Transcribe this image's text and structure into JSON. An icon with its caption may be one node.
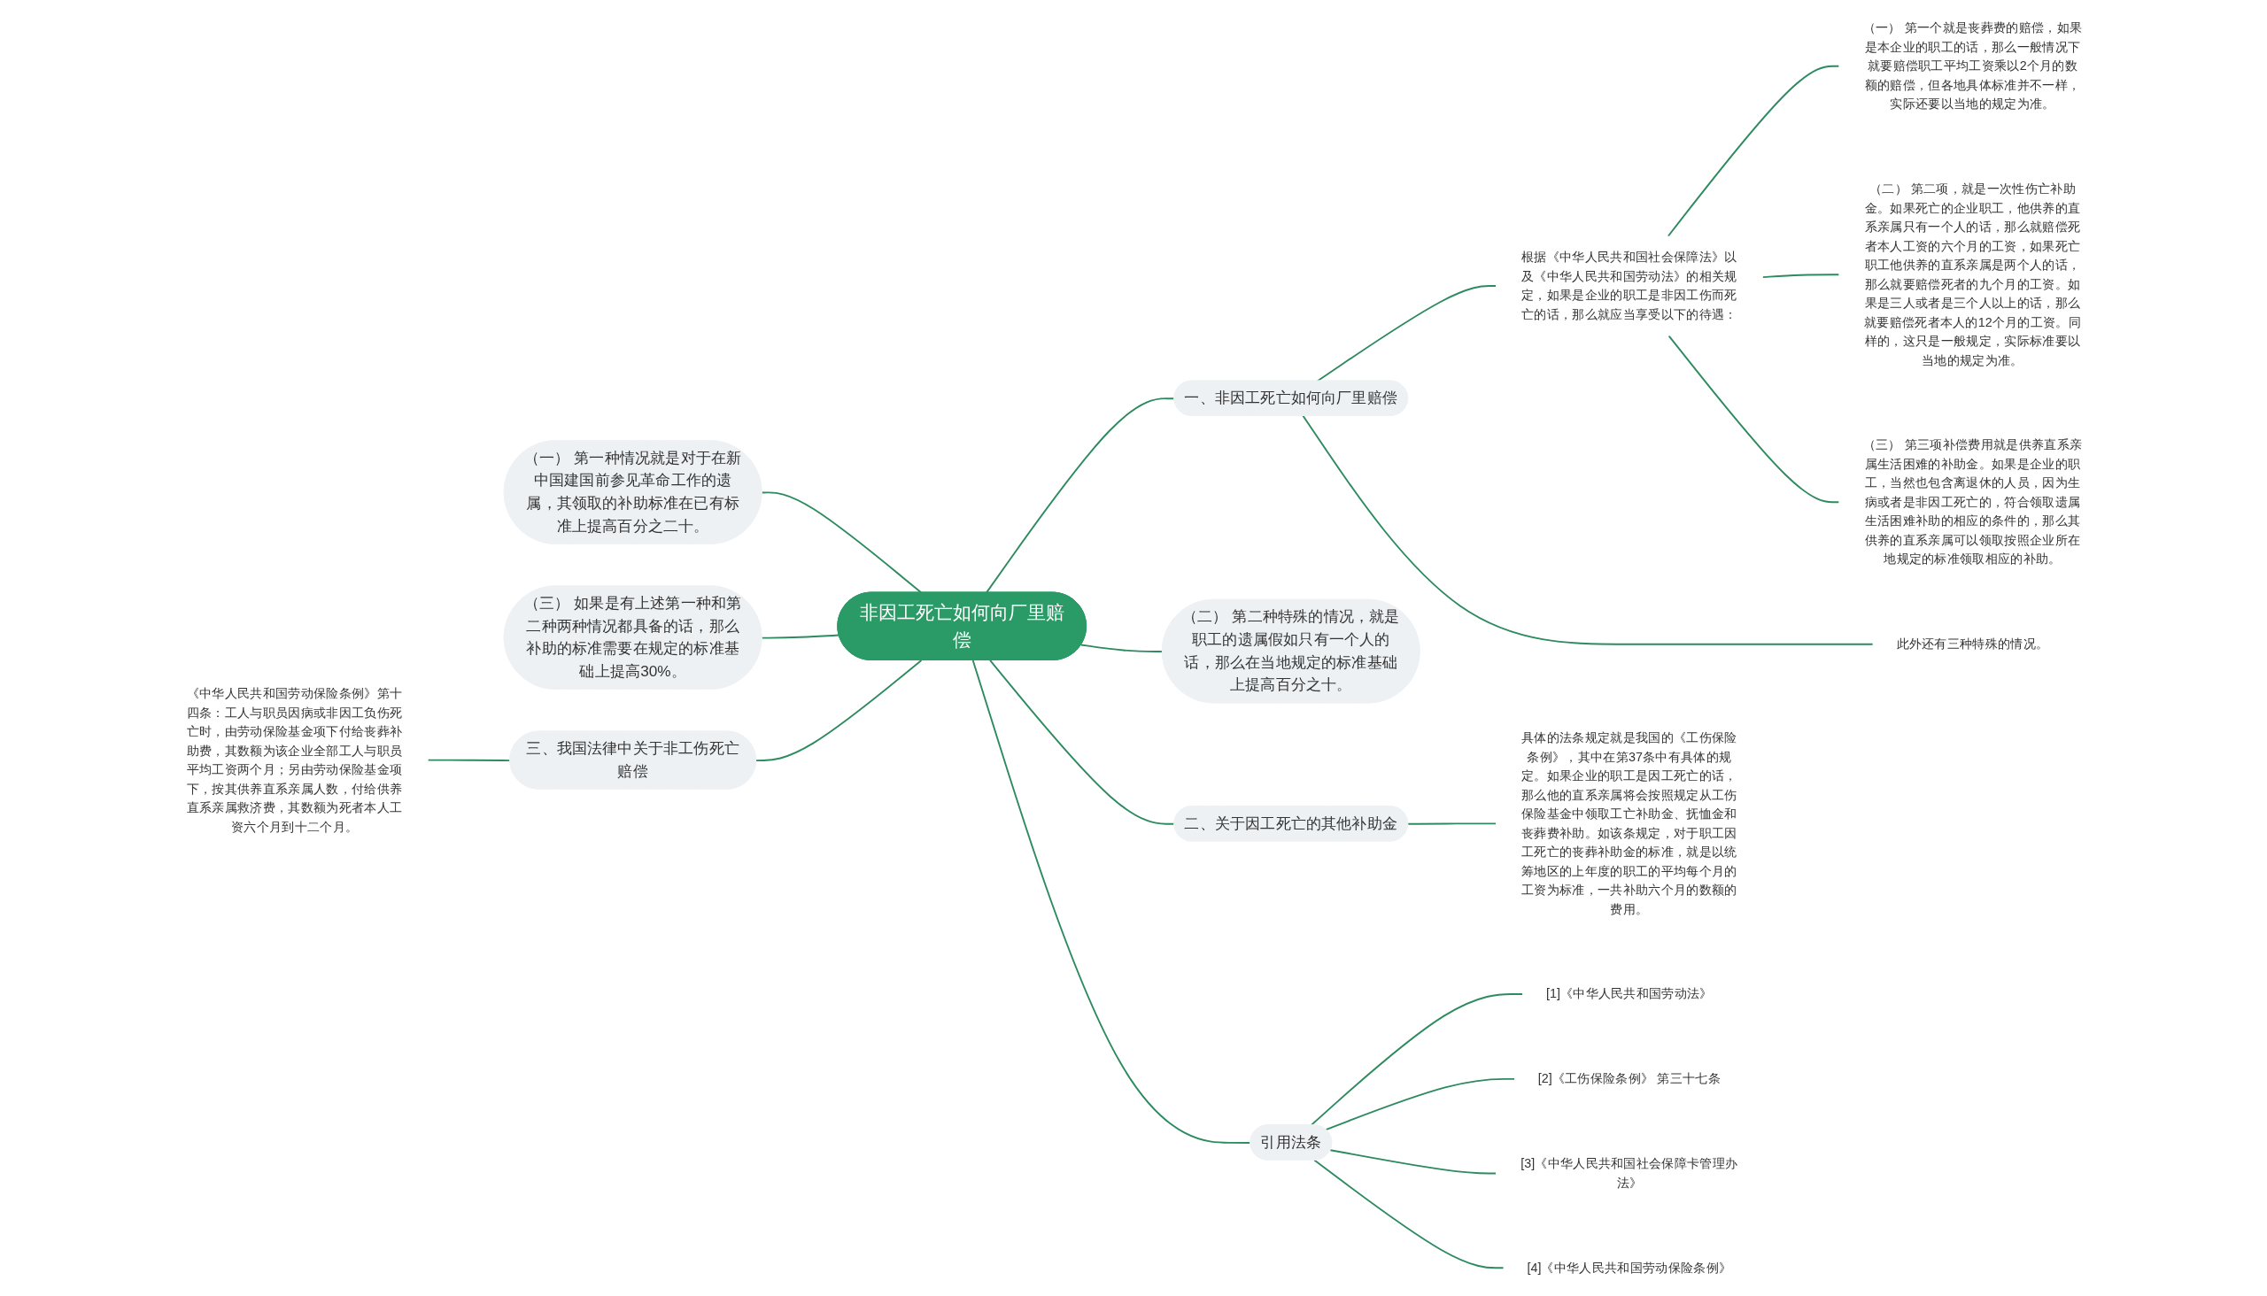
{
  "diagram": {
    "nodes": [
      {
        "text": [
          "非因工死亡如何向厂里赔偿"
        ]
      },
      {
        "text": [
          "一、非因工死亡如何向厂里赔偿"
        ]
      },
      {
        "text": [
          "根据《中华人民共和国社会保障法》以及《中华人民共和国劳动法》的相关规定，如果是企业的职工是非因工伤而死亡的话，那么就应当享受以下的待遇："
        ]
      },
      {
        "text": [
          "（一） 第一个就是丧葬费的赔偿，如果是本企业的职工的话，那么一般情况下就要赔偿职工平均工资乘以2个月的数额的赔偿，但各地具体标准并不一样，实际还要以当地的规定为准。"
        ]
      },
      {
        "text": [
          "（二） 第二项，就是一次性伤亡补助金。如果死亡的企业职工，他供养的直系亲属只有一个人的话，那么就赔偿死者本人工资的六个月的工资，如果死亡职工他供养的直系亲属是两个人的话，那么就要赔偿死者的九个月的工资。如果是三人或者是三个人以上的话，那么就要赔偿死者本人的12个月的工资。同样的，这只是一般规定，实际标准要以当地的规定为准。"
        ]
      },
      {
        "text": [
          "（三） 第三项补偿费用就是供养直系亲属生活困难的补助金。如果是企业的职工，当然也包含离退休的人员，因为生病或者是非因工死亡的，符合领取遗属生活困难补助的相应的条件的，那么其供养的直系亲属可以领取按照企业所在地规定的标准领取相应的补助。"
        ]
      },
      {
        "text": [
          "此外还有三种特殊的情况。"
        ]
      },
      {
        "text": [
          "（二） 第二种特殊的情况，就是职工的遗属假如只有一个人的话，那么在当地规定的标准基础上提高百分之十。"
        ]
      },
      {
        "text": [
          "二、关于因工死亡的其他补助金"
        ]
      },
      {
        "text": [
          "具体的法条规定就是我国的《工伤保险条例》，其中在第37条中有具体的规定。如果企业的职工是因工死亡的话，那么他的直系亲属将会按照规定从工伤保险基金中领取工亡补助金、抚恤金和丧葬费补助。如该条规定，对于职工因工死亡的丧葬补助金的标准，就是以统筹地区的上年度的职工的平均每个月的工资为标准，一共补助六个月的数额的费用。"
        ]
      },
      {
        "text": [
          "引用法条"
        ]
      },
      {
        "text": [
          "[1]《中华人民共和国劳动法》"
        ]
      },
      {
        "text": [
          "[2]《工伤保险条例》 第三十七条"
        ]
      },
      {
        "text": [
          "[3]《中华人民共和国社会保障卡管理办法》"
        ]
      },
      {
        "text": [
          "[4]《中华人民共和国劳动保险条例》"
        ]
      },
      {
        "text": [
          "（一） 第一种情况就是对于在新中国建国前参见革命工作的遗属，其领取的补助标准在已有标准上提高百分之二十。"
        ]
      },
      {
        "text": [
          "（三） 如果是有上述第一种和第二种两种情况都具备的话，那么补助的标准需要在规定的标准基础上提高30%。"
        ]
      },
      {
        "text": [
          "三、我国法律中关于非工伤死亡赔偿"
        ]
      },
      {
        "text": [
          "《中华人民共和国劳动保险条例》第十四条：工人与职员因病或非因工负伤死亡时，由劳动保险基金项下付给丧葬补助费，其数额为该企业全部工人与职员平均工资两个月；另由劳动保险基金项下，按其供养直系亲属人数，付给供养直系亲属救济费，其数额为死者本人工资六个月到十二个月。"
        ]
      }
    ],
    "edges": [
      {
        "from": 0,
        "to": 1,
        "arrow": "none"
      },
      {
        "from": 1,
        "to": 2,
        "arrow": "none"
      },
      {
        "from": 2,
        "to": 3,
        "arrow": "none"
      },
      {
        "from": 2,
        "to": 4,
        "arrow": "none"
      },
      {
        "from": 2,
        "to": 5,
        "arrow": "none"
      },
      {
        "from": 1,
        "to": 6,
        "arrow": "none"
      },
      {
        "from": 0,
        "to": 7,
        "arrow": "none"
      },
      {
        "from": 0,
        "to": 8,
        "arrow": "none"
      },
      {
        "from": 8,
        "to": 9,
        "arrow": "none"
      },
      {
        "from": 0,
        "to": 10,
        "arrow": "none"
      },
      {
        "from": 10,
        "to": 11,
        "arrow": "none"
      },
      {
        "from": 10,
        "to": 12,
        "arrow": "none"
      },
      {
        "from": 10,
        "to": 13,
        "arrow": "none"
      },
      {
        "from": 10,
        "to": 14,
        "arrow": "none"
      },
      {
        "from": 15,
        "to": 0,
        "arrow": "none"
      },
      {
        "from": 16,
        "to": 0,
        "arrow": "none"
      },
      {
        "from": 17,
        "to": 0,
        "arrow": "none"
      },
      {
        "from": 18,
        "to": 17,
        "arrow": "none"
      }
    ]
  }
}
